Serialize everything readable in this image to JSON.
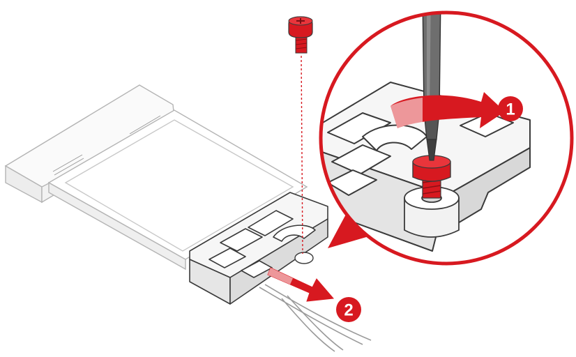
{
  "steps": [
    {
      "number": "1",
      "action": "rotate-screwdriver-remove-screw"
    },
    {
      "number": "2",
      "action": "slide-bracket-out"
    }
  ],
  "colors": {
    "accent": "#d71920",
    "accent_dark": "#a81218",
    "outline_light": "#b4b4b4",
    "outline_dark": "#3a3a3a",
    "part_fill": "#f3f3f3",
    "screwdriver": "#6e6e6e"
  },
  "icons": [
    "screw-icon",
    "screwdriver-icon",
    "curved-arrow-icon",
    "straight-arrow-icon",
    "magnifier-callout-icon"
  ]
}
